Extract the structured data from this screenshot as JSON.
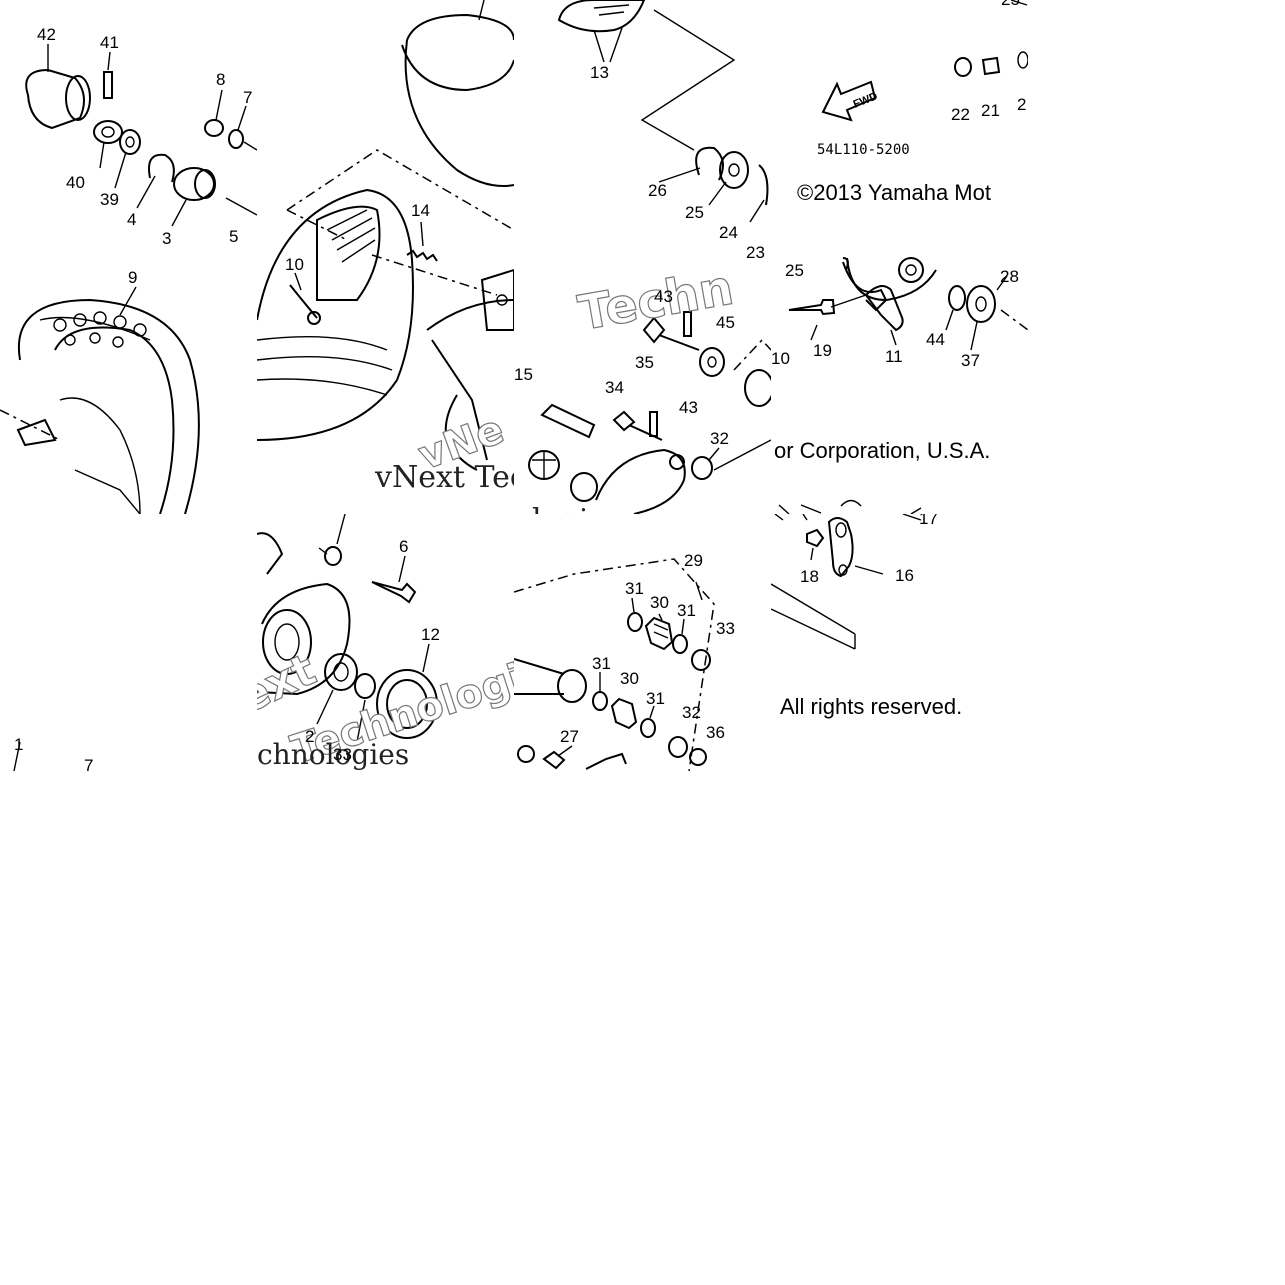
{
  "diagram": {
    "copyright": "©2013 Yamaha Motor Corporation, U.S.A.",
    "copyright_part1": "©2013 Yamaha Mot",
    "copyright_part2": "or Corporation, U.S.A.",
    "rights": "All rights reserved.",
    "part_code": "54L110-5200",
    "fwd_label": "FWD",
    "watermark_company": "vNext Technologies",
    "watermark_fragments": [
      "vNext Tec",
      "Techn",
      "ologies",
      "ext",
      "Technologies",
      "chnologies",
      "vNe"
    ]
  },
  "callouts": {
    "t1": [
      "42",
      "41",
      "8",
      "7",
      "40",
      "39",
      "4",
      "3",
      "5",
      "9"
    ],
    "t2": [
      "14",
      "10"
    ],
    "t3": [
      "13",
      "26",
      "25",
      "24",
      "23",
      "43",
      "45",
      "35",
      "15",
      "34",
      "43",
      "32"
    ],
    "t4": [
      "25",
      "22",
      "21",
      "2",
      "25",
      "28",
      "44",
      "37",
      "10",
      "19",
      "11"
    ],
    "t5": [
      "6",
      "12",
      "2",
      "33"
    ],
    "t6": [
      "29",
      "31",
      "30",
      "31",
      "33",
      "31",
      "30",
      "31",
      "32",
      "36",
      "27"
    ],
    "t7": [
      "18",
      "16",
      "17"
    ],
    "t8": [
      "1",
      "7"
    ]
  }
}
